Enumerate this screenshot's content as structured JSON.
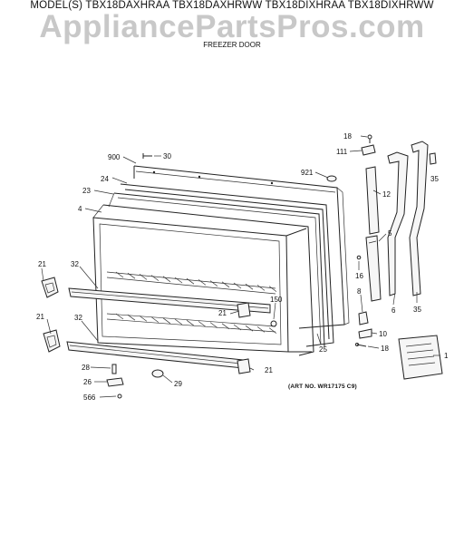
{
  "header": {
    "models_line": "MODEL(S) TBX18DAXHRAA  TBX18DAXHRWW  TBX18DIXHRAA  TBX18DIXHRWW",
    "watermark": "AppliancePartsPros.com",
    "subtitle": "FREEZER DOOR"
  },
  "art_number": "(ART NO. WR17175 C9)",
  "callouts": [
    {
      "id": "18a",
      "text": "18"
    },
    {
      "id": "111",
      "text": "111"
    },
    {
      "id": "30",
      "text": "30"
    },
    {
      "id": "900",
      "text": "900"
    },
    {
      "id": "921",
      "text": "921"
    },
    {
      "id": "24",
      "text": "24"
    },
    {
      "id": "23",
      "text": "23"
    },
    {
      "id": "12",
      "text": "12"
    },
    {
      "id": "35a",
      "text": "35"
    },
    {
      "id": "4",
      "text": "4"
    },
    {
      "id": "5",
      "text": "5"
    },
    {
      "id": "21a",
      "text": "21"
    },
    {
      "id": "32a",
      "text": "32"
    },
    {
      "id": "16",
      "text": "16"
    },
    {
      "id": "150",
      "text": "150"
    },
    {
      "id": "8",
      "text": "8"
    },
    {
      "id": "6",
      "text": "6"
    },
    {
      "id": "21b",
      "text": "21"
    },
    {
      "id": "35b",
      "text": "35"
    },
    {
      "id": "21c",
      "text": "21"
    },
    {
      "id": "32b",
      "text": "32"
    },
    {
      "id": "10",
      "text": "10"
    },
    {
      "id": "25",
      "text": "25"
    },
    {
      "id": "18b",
      "text": "18"
    },
    {
      "id": "1",
      "text": "1"
    },
    {
      "id": "28",
      "text": "28"
    },
    {
      "id": "21d",
      "text": "21"
    },
    {
      "id": "26",
      "text": "26"
    },
    {
      "id": "29",
      "text": "29"
    },
    {
      "id": "566",
      "text": "566"
    }
  ]
}
